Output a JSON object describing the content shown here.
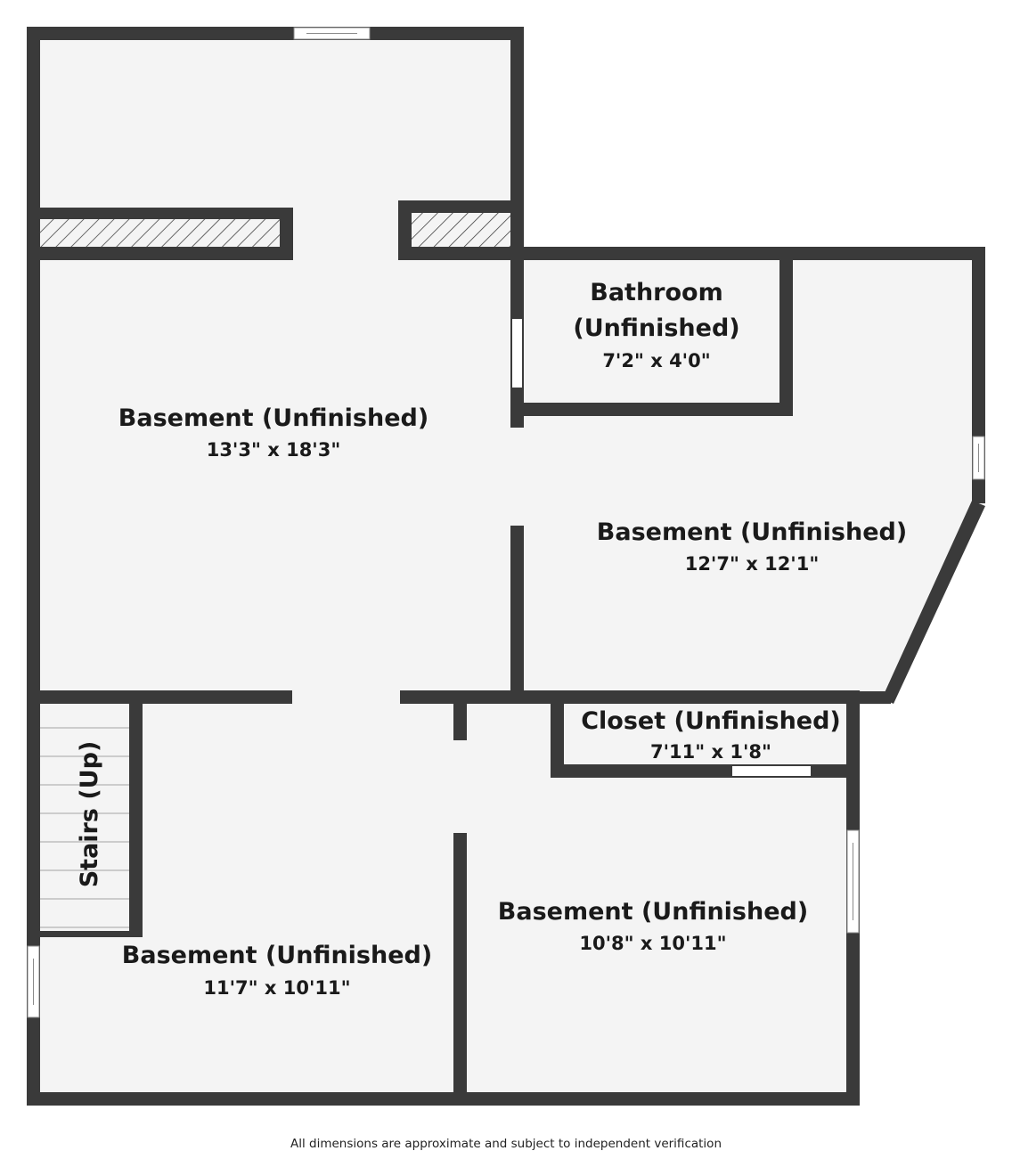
{
  "rooms": {
    "basement_main": {
      "name": "Basement (Unfinished)",
      "dim": "13'3\" x 18'3\""
    },
    "bathroom": {
      "name_line1": "Bathroom",
      "name_line2": "(Unfinished)",
      "dim": "7'2\" x 4'0\""
    },
    "basement_east": {
      "name": "Basement (Unfinished)",
      "dim": "12'7\" x 12'1\""
    },
    "closet": {
      "name": "Closet (Unfinished)",
      "dim": "7'11\" x 1'8\""
    },
    "stairs": {
      "name": "Stairs (Up)"
    },
    "basement_southwest": {
      "name": "Basement (Unfinished)",
      "dim": "11'7\" x 10'11\""
    },
    "basement_southeast": {
      "name": "Basement (Unfinished)",
      "dim": "10'8\" x 10'11\""
    }
  },
  "footer": {
    "disclaimer": "All dimensions are approximate and subject to independent verification"
  },
  "colors": {
    "wall": "#3a3a3a",
    "floor": "#f4f4f4",
    "background": "#ffffff"
  }
}
